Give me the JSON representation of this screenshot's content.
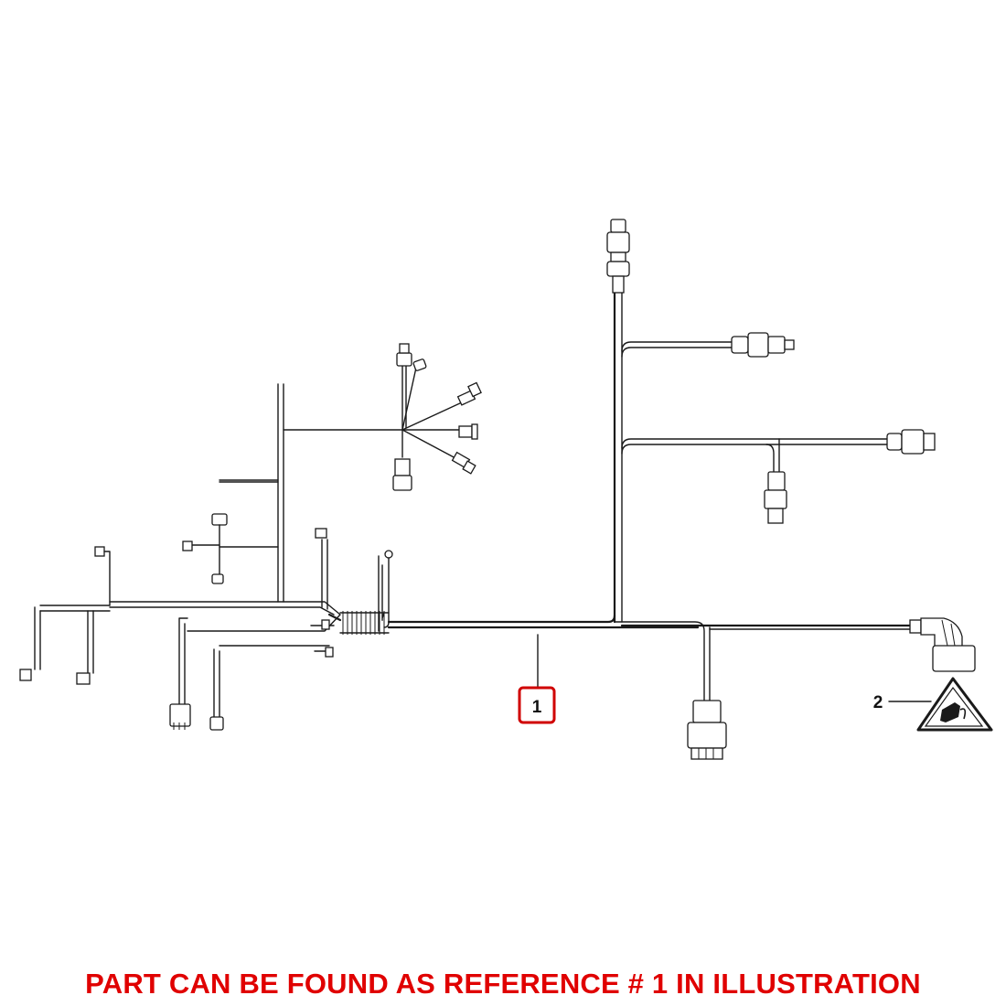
{
  "callouts": [
    {
      "id": "1",
      "highlighted": true
    },
    {
      "id": "2",
      "highlighted": false
    }
  ],
  "caption": "PART CAN BE FOUND AS REFERENCE # 1 IN ILLUSTRATION",
  "colors": {
    "line": "#1a1a1a",
    "highlight_box": "#d00000",
    "caption_text": "#e00000",
    "background": "#ffffff"
  },
  "icons": [
    "wiring-harness",
    "warning-triangle-icon"
  ]
}
